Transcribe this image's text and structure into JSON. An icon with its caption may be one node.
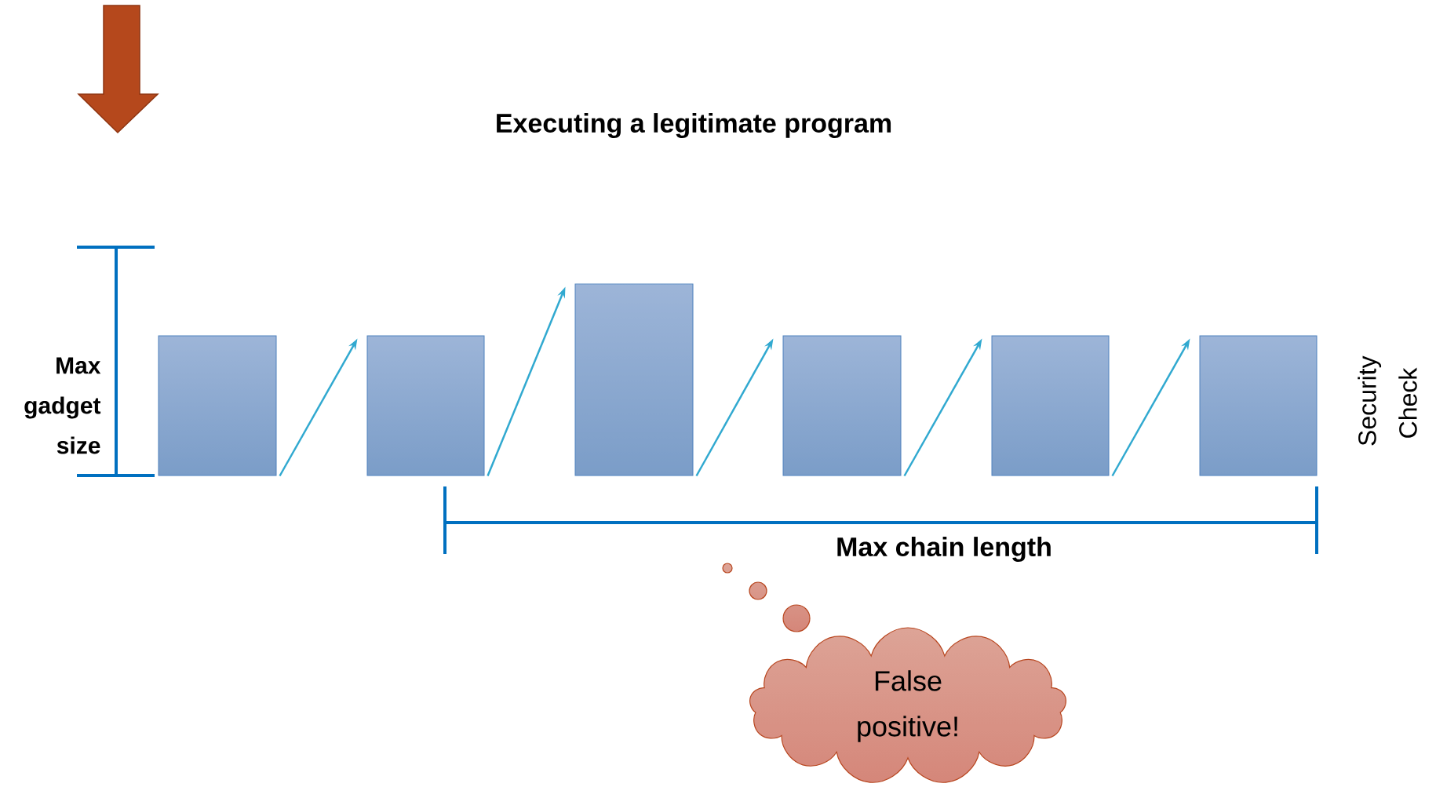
{
  "diagram": {
    "title": "Executing a legitimate program",
    "nodes": [
      {
        "text": [],
        "shape": "box"
      },
      {
        "text": [],
        "shape": "box"
      },
      {
        "text": [],
        "shape": "box"
      },
      {
        "text": [],
        "shape": "box"
      },
      {
        "text": [],
        "shape": "box"
      },
      {
        "text": [],
        "shape": "box"
      },
      {
        "text": [
          "False positive!"
        ]
      }
    ],
    "edges": [
      {
        "from": 0,
        "to": 1,
        "arrow": "to"
      },
      {
        "from": 1,
        "to": 2,
        "arrow": "to"
      },
      {
        "from": 2,
        "to": 3,
        "arrow": "to"
      },
      {
        "from": 3,
        "to": 4,
        "arrow": "to"
      },
      {
        "from": 4,
        "to": 5,
        "arrow": "to"
      }
    ],
    "labels": [
      "Max gadget size",
      "Security Check",
      "Max chain length"
    ]
  }
}
